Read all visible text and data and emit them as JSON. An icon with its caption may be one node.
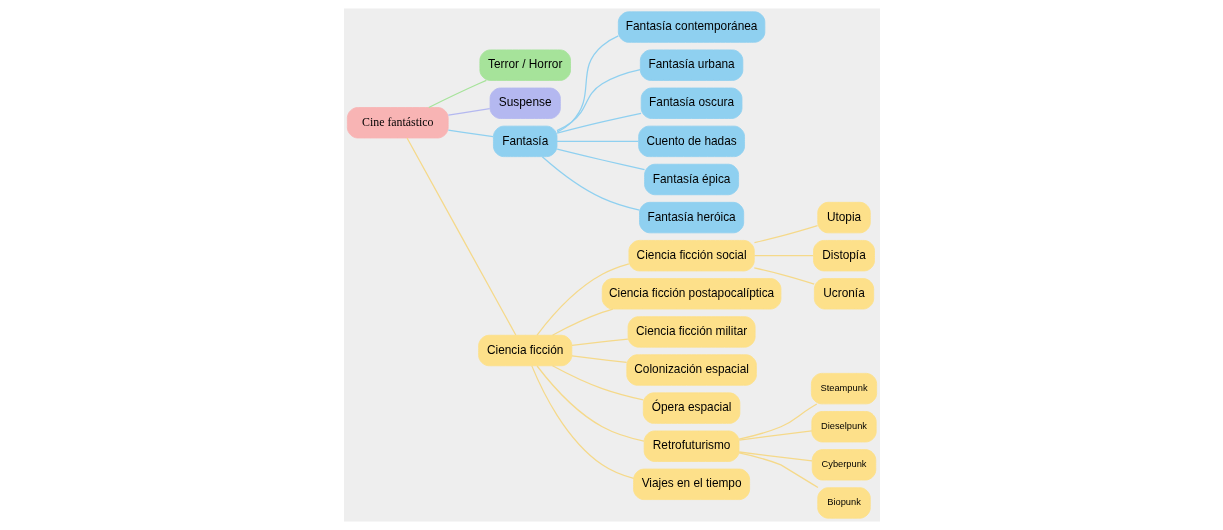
{
  "diagram": {
    "nodes": [
      {
        "text": [
          "Cine fantástico"
        ]
      },
      {
        "text": [
          "Terror / Horror"
        ]
      },
      {
        "text": [
          "Suspense"
        ]
      },
      {
        "text": [
          "Fantasía"
        ]
      },
      {
        "text": [
          "Fantasía contemporánea"
        ]
      },
      {
        "text": [
          "Fantasía urbana"
        ]
      },
      {
        "text": [
          "Fantasía oscura"
        ]
      },
      {
        "text": [
          "Cuento de hadas"
        ]
      },
      {
        "text": [
          "Fantasía épica"
        ]
      },
      {
        "text": [
          "Fantasía heróica"
        ]
      },
      {
        "text": [
          "Ciencia ficción"
        ]
      },
      {
        "text": [
          "Ciencia ficción social"
        ]
      },
      {
        "text": [
          "Utopia"
        ]
      },
      {
        "text": [
          "Distopía"
        ]
      },
      {
        "text": [
          "Ucronía"
        ]
      },
      {
        "text": [
          "Ciencia ficción postapocalíptica"
        ]
      },
      {
        "text": [
          "Ciencia ficción militar"
        ]
      },
      {
        "text": [
          "Colonización espacial"
        ]
      },
      {
        "text": [
          "Ópera espacial"
        ]
      },
      {
        "text": [
          "Retrofuturismo"
        ]
      },
      {
        "text": [
          "Steampunk"
        ]
      },
      {
        "text": [
          "Dieselpunk"
        ]
      },
      {
        "text": [
          "Cyberpunk"
        ]
      },
      {
        "text": [
          "Biopunk"
        ]
      },
      {
        "text": [
          "Viajes en el tiempo"
        ]
      }
    ],
    "edges": [
      {
        "from": 0,
        "to": 1,
        "arrow": "none",
        "color": "#a6e39a"
      },
      {
        "from": 0,
        "to": 2,
        "arrow": "none",
        "color": "#b4b8f0"
      },
      {
        "from": 0,
        "to": 3,
        "arrow": "none",
        "color": "#8fd0f0"
      },
      {
        "from": 3,
        "to": 4,
        "arrow": "none",
        "color": "#8fd0f0"
      },
      {
        "from": 3,
        "to": 5,
        "arrow": "none",
        "color": "#8fd0f0"
      },
      {
        "from": 3,
        "to": 6,
        "arrow": "none",
        "color": "#8fd0f0"
      },
      {
        "from": 3,
        "to": 7,
        "arrow": "none",
        "color": "#8fd0f0"
      },
      {
        "from": 3,
        "to": 8,
        "arrow": "none",
        "color": "#8fd0f0"
      },
      {
        "from": 3,
        "to": 9,
        "arrow": "none",
        "color": "#8fd0f0"
      },
      {
        "from": 0,
        "to": 10,
        "arrow": "none"
      },
      {
        "from": 10,
        "to": 11,
        "arrow": "none"
      },
      {
        "from": 11,
        "to": 12,
        "arrow": "none"
      },
      {
        "from": 11,
        "to": 13,
        "arrow": "none"
      },
      {
        "from": 11,
        "to": 14,
        "arrow": "none"
      },
      {
        "from": 10,
        "to": 15,
        "arrow": "none"
      },
      {
        "from": 10,
        "to": 16,
        "arrow": "none"
      },
      {
        "from": 10,
        "to": 17,
        "arrow": "none"
      },
      {
        "from": 10,
        "to": 18,
        "arrow": "none"
      },
      {
        "from": 10,
        "to": 19,
        "arrow": "none"
      },
      {
        "from": 19,
        "to": 20,
        "arrow": "none"
      },
      {
        "from": 19,
        "to": 21,
        "arrow": "none"
      },
      {
        "from": 19,
        "to": 22,
        "arrow": "none"
      },
      {
        "from": 19,
        "to": 23,
        "arrow": "none"
      },
      {
        "from": 10,
        "to": 24,
        "arrow": "none"
      }
    ]
  }
}
